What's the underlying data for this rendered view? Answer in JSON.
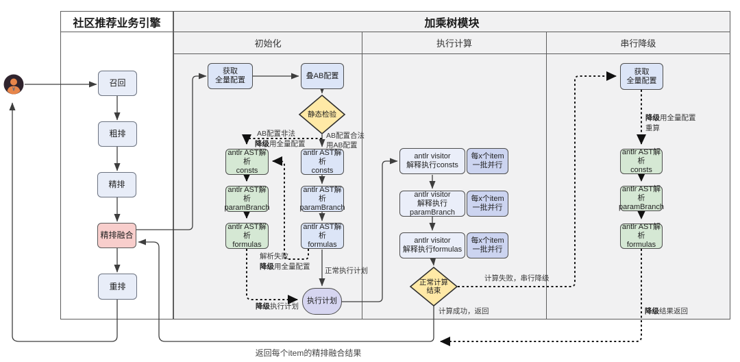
{
  "colors": {
    "lane_fill": "#f1f1f2",
    "blue": "#dce5f7",
    "blue_pale": "#eaeef9",
    "green": "#d5e8d4",
    "yellow": "#ffe9a6",
    "pink": "#f8cecc",
    "lavender": "#d6d5f0",
    "periwinkle": "#ccd4f0",
    "border": "#4d4d4d",
    "edge": "#3d3d3d",
    "avatar_bg": "#30242e",
    "avatar_person": "#e8864a"
  },
  "engine": {
    "title": "社区推荐业务引擎",
    "steps": {
      "recall": "召回",
      "coarse": "粗排",
      "fine": "精排",
      "fusion": "精排融合",
      "rerank": "重排"
    }
  },
  "tree": {
    "title": "加乘树模块",
    "cols": {
      "init": "初始化",
      "exec": "执行计算",
      "serial": "串行降级"
    }
  },
  "init": {
    "fetch": {
      "l1": "获取",
      "l2": "全量配置"
    },
    "overlay": "叠AB配置",
    "check": "静态检验",
    "g_consts": {
      "l1": "antlr AST解析",
      "l2": "consts"
    },
    "g_param": {
      "l1": "antlr AST解析",
      "l2": "paramBranch"
    },
    "g_formulas": {
      "l1": "antlr AST解析",
      "l2": "formulas"
    },
    "b_consts": {
      "l1": "antlr AST解析",
      "l2": "consts"
    },
    "b_param": {
      "l1": "antlr AST解析",
      "l2": "paramBranch"
    },
    "b_formulas": {
      "l1": "antlr AST解析",
      "l2": "formulas"
    },
    "plan": "执行计划"
  },
  "exec": {
    "v_consts": {
      "l1": "antlr visitor",
      "l2": "解释执行consts"
    },
    "v_param": {
      "l1": "antlr visitor",
      "l2": "解释执行paramBranch"
    },
    "v_formulas": {
      "l1": "antlr visitor",
      "l2": "解释执行formulas"
    },
    "batch": {
      "l1": "每x个item",
      "l2": "一批并行"
    },
    "check": {
      "l1": "正常计算",
      "l2": "结束"
    }
  },
  "serial": {
    "fetch": {
      "l1": "获取",
      "l2": "全量配置"
    },
    "consts": {
      "l1": "antlr AST解析",
      "l2": "consts"
    },
    "param": {
      "l1": "antlr AST解析",
      "l2": "paramBranch"
    },
    "formulas": {
      "l1": "antlr AST解析",
      "l2": "formulas"
    }
  },
  "labels": {
    "ab_invalid": "AB配置非法",
    "degrade_full": {
      "b": "降级",
      "t": "用全量配置"
    },
    "ab_valid": "AB配置合法",
    "use_ab": "用AB配置",
    "parse_fail": "解析失败",
    "normal_plan": "正常执行计划",
    "degrade_plan": {
      "b": "降级",
      "t": "执行计划"
    },
    "calc_fail": "计算失败，串行降级",
    "calc_ok": "计算成功，返回",
    "recalc": "重算",
    "degrade_return": {
      "b": "降级",
      "t": "结果返回"
    },
    "bottom_return": "返回每个item的精排融合结果"
  }
}
